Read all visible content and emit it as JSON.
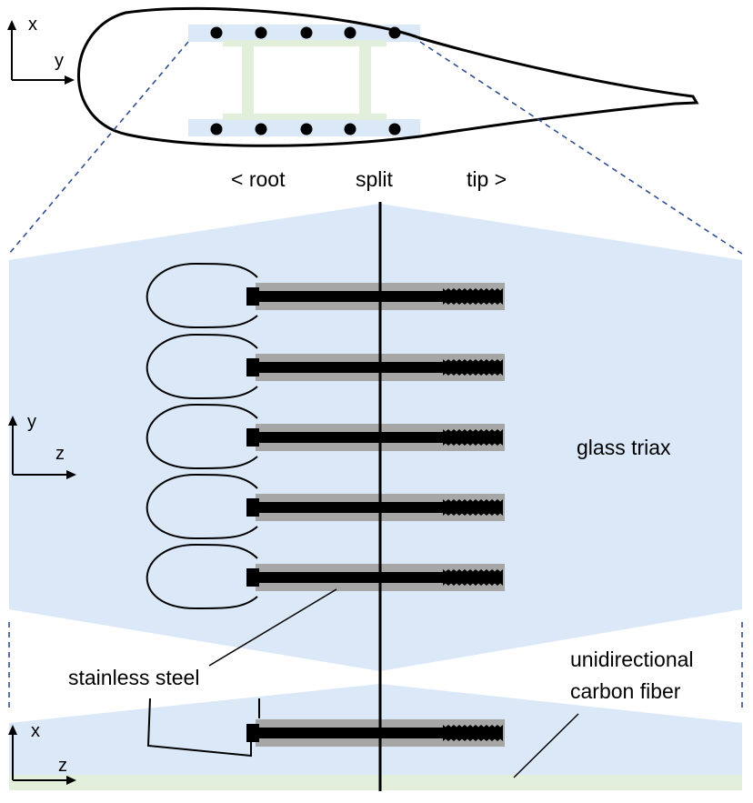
{
  "labels": {
    "root": "< root",
    "split": "split",
    "tip": "tip >",
    "glass_triax": "glass triax",
    "stainless_steel": "stainless steel",
    "carbon_fiber_line1": "unidirectional",
    "carbon_fiber_line2": "carbon fiber"
  },
  "axes": {
    "top": {
      "vertical": "x",
      "horizontal": "y"
    },
    "middle": {
      "vertical": "y",
      "horizontal": "z"
    },
    "bottom": {
      "vertical": "x",
      "horizontal": "z"
    }
  },
  "colors": {
    "glass": "#dae8f7",
    "carbon": "#e2efda",
    "steel_sleeve": "#a6a6a6",
    "bolt": "#000000",
    "outline": "#000000",
    "dash": "#2f4f8f"
  },
  "diagram": {
    "bolt_rows": 5,
    "dots_per_cap": 5
  }
}
